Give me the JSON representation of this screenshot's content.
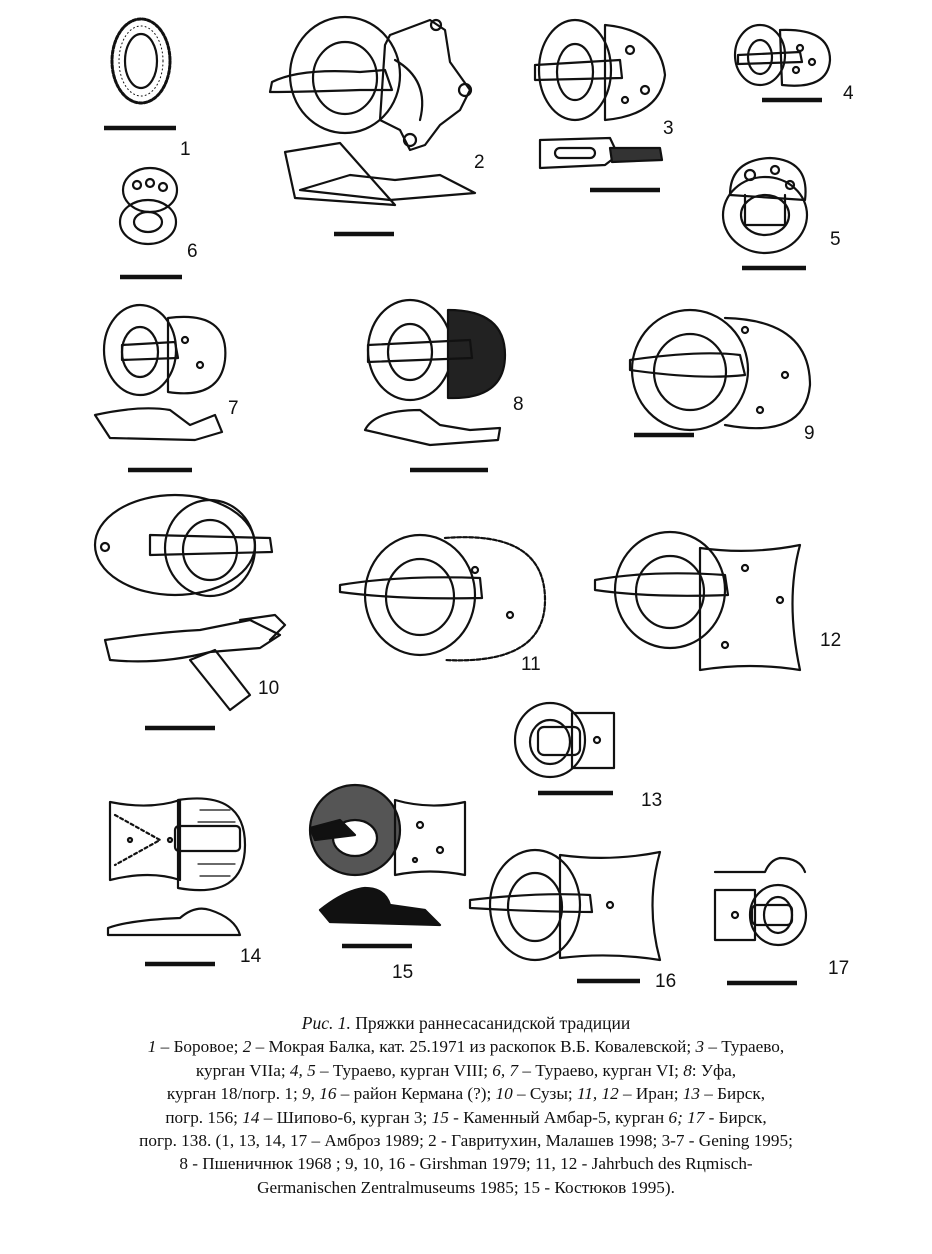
{
  "figure": {
    "labels": [
      "1",
      "2",
      "3",
      "4",
      "5",
      "6",
      "7",
      "8",
      "9",
      "10",
      "11",
      "12",
      "13",
      "14",
      "15",
      "16",
      "17"
    ]
  },
  "caption": {
    "fig_ref": "Рис. 1.",
    "title": "Пряжки раннесасанидской традиции",
    "lines": [
      [
        [
          "i",
          "1"
        ],
        [
          "t",
          " – Боровое; "
        ],
        [
          "i",
          "2"
        ],
        [
          "t",
          " – Мокрая Балка, кат. 25.1971 из раскопок В.Б. Ковалевской; "
        ],
        [
          "i",
          "3"
        ],
        [
          "t",
          " – Тураево,"
        ]
      ],
      [
        [
          "t",
          "курган VIIa; "
        ],
        [
          "i",
          "4, 5"
        ],
        [
          "t",
          " – Тураево, курган VIII; "
        ],
        [
          "i",
          "6, 7"
        ],
        [
          "t",
          " – Тураево, курган VI; "
        ],
        [
          "i",
          "8"
        ],
        [
          "t",
          ": Уфа,"
        ]
      ],
      [
        [
          "t",
          "курган 18/погр. 1; "
        ],
        [
          "i",
          "9, 16"
        ],
        [
          "t",
          " – район Кермана (?); "
        ],
        [
          "i",
          "10"
        ],
        [
          "t",
          " – Сузы; "
        ],
        [
          "i",
          "11, 12"
        ],
        [
          "t",
          " – Иран; "
        ],
        [
          "i",
          "13"
        ],
        [
          "t",
          " – Бирск,"
        ]
      ],
      [
        [
          "t",
          "погр. 156; "
        ],
        [
          "i",
          "14"
        ],
        [
          "t",
          " –  Шипово-6, курган 3; "
        ],
        [
          "i",
          "15"
        ],
        [
          "t",
          " - Каменный Амбар-5, курган "
        ],
        [
          "i",
          "6;"
        ],
        [
          "t",
          " "
        ],
        [
          "i",
          "17"
        ],
        [
          "t",
          " - Бирск,"
        ]
      ],
      [
        [
          "t",
          "погр. 138. (1, 13, 14, 17 – Амброз 1989; 2 - Гавритухин, Малашев 1998; 3-7 - Gening 1995;"
        ]
      ],
      [
        [
          "t",
          "8  - Пшеничнюк 1968 ; 9, 10, 16 - Girshman 1979; 11, 12 - Jahrbuch des Rцmisch-"
        ]
      ],
      [
        [
          "t",
          "Germanischen Zentralmuseums 1985; 15 -  Костюков 1995)."
        ]
      ]
    ]
  }
}
